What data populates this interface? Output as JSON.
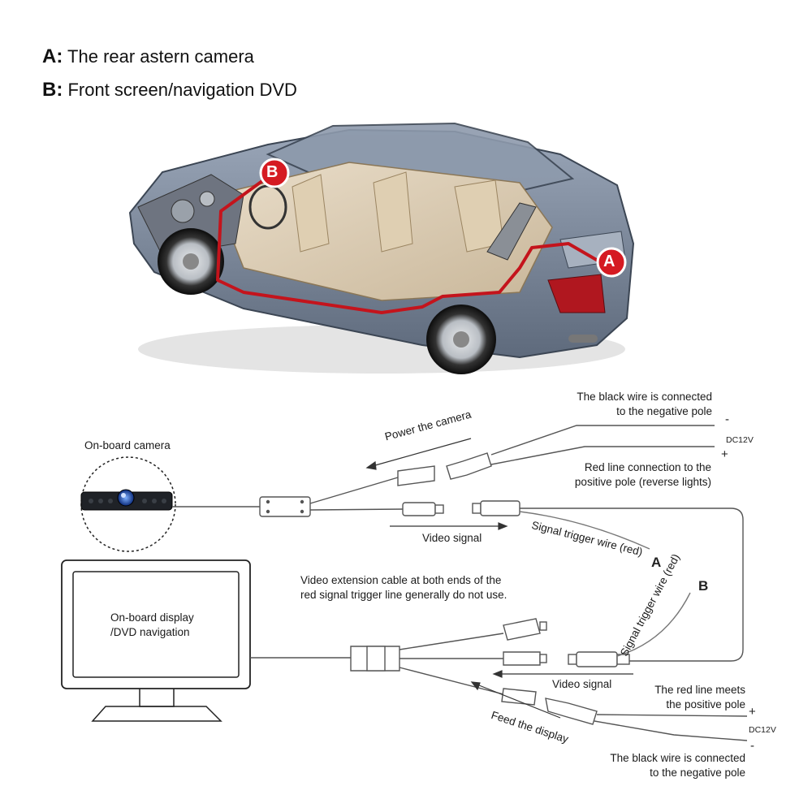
{
  "legend": {
    "a": {
      "key": "A:",
      "text": "The rear astern camera"
    },
    "b": {
      "key": "B:",
      "text": "Front screen/navigation DVD"
    }
  },
  "car": {
    "marker_a": "A",
    "marker_b": "B"
  },
  "wiring": {
    "onboard_camera": "On-board camera",
    "power_camera": "Power the camera",
    "black_wire_top_1": "The black wire is connected",
    "black_wire_top_2": "to the negative pole",
    "minus": "-",
    "plus": "+",
    "dc12v": "DC12V",
    "red_line_top_1": "Red line connection to the",
    "red_line_top_2": "positive pole (reverse lights)",
    "video_signal_top": "Video signal",
    "signal_trigger_a": "Signal trigger wire (red)",
    "letter_a": "A",
    "signal_trigger_b": "Signal trigger wire (red)",
    "letter_b": "B",
    "ext_note_1": "Video extension cable at both ends of the",
    "ext_note_2": "red signal trigger line generally do not use.",
    "display_1": "On-board display",
    "display_2": "/DVD navigation",
    "video_signal_bottom": "Video signal",
    "red_meets_1": "The red line meets",
    "red_meets_2": "the positive pole",
    "feed_display": "Feed the display",
    "black_wire_bottom_1": "The black wire is connected",
    "black_wire_bottom_2": "to the negative pole"
  }
}
